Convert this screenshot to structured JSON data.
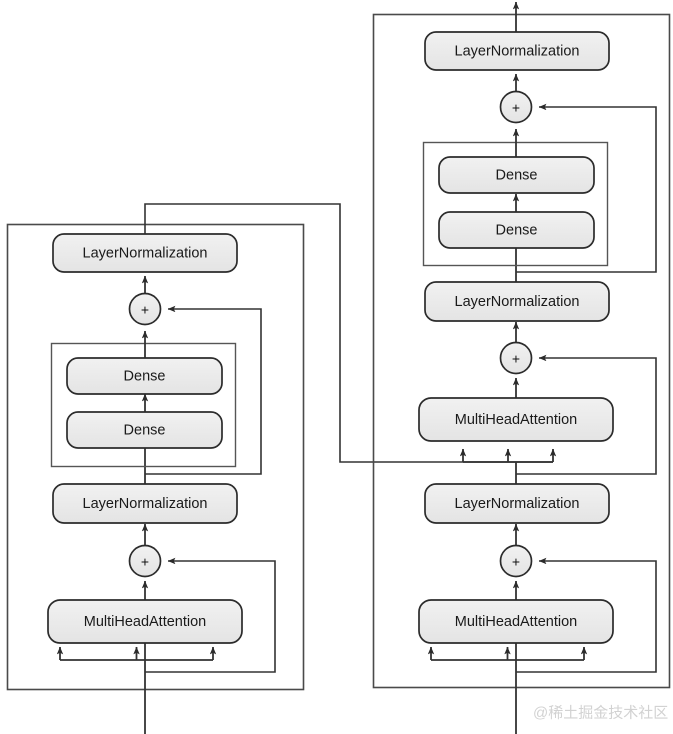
{
  "diagram": {
    "title": "Transformer Encoder-Decoder block diagram",
    "colors": {
      "node_fill": "#ececec",
      "node_stroke": "#2b2b2b",
      "group_stroke": "#555555",
      "line": "#333333",
      "background": "#ffffff",
      "watermark": "#d2d2d2"
    },
    "encoder": {
      "group_name": "encoder-block",
      "nodes": [
        {
          "id": "enc-layernorm-top",
          "label": "LayerNormalization"
        },
        {
          "id": "enc-add-top",
          "label": "+"
        },
        {
          "id": "enc-dense-upper",
          "label": "Dense"
        },
        {
          "id": "enc-dense-lower",
          "label": "Dense"
        },
        {
          "id": "enc-layernorm-mid",
          "label": "LayerNormalization"
        },
        {
          "id": "enc-add-bottom",
          "label": "+"
        },
        {
          "id": "enc-multiheadattention",
          "label": "MultiHeadAttention"
        }
      ]
    },
    "decoder": {
      "group_name": "decoder-block",
      "nodes": [
        {
          "id": "dec-layernorm-top",
          "label": "LayerNormalization"
        },
        {
          "id": "dec-add-top",
          "label": "+"
        },
        {
          "id": "dec-dense-upper",
          "label": "Dense"
        },
        {
          "id": "dec-dense-lower",
          "label": "Dense"
        },
        {
          "id": "dec-layernorm-mid",
          "label": "LayerNormalization"
        },
        {
          "id": "dec-add-mid",
          "label": "+"
        },
        {
          "id": "dec-crossattention",
          "label": "MultiHeadAttention"
        },
        {
          "id": "dec-layernorm-bottom",
          "label": "LayerNormalization"
        },
        {
          "id": "dec-add-bottom",
          "label": "+"
        },
        {
          "id": "dec-selfattention",
          "label": "MultiHeadAttention"
        }
      ]
    },
    "watermark": "@稀土掘金技术社区"
  }
}
